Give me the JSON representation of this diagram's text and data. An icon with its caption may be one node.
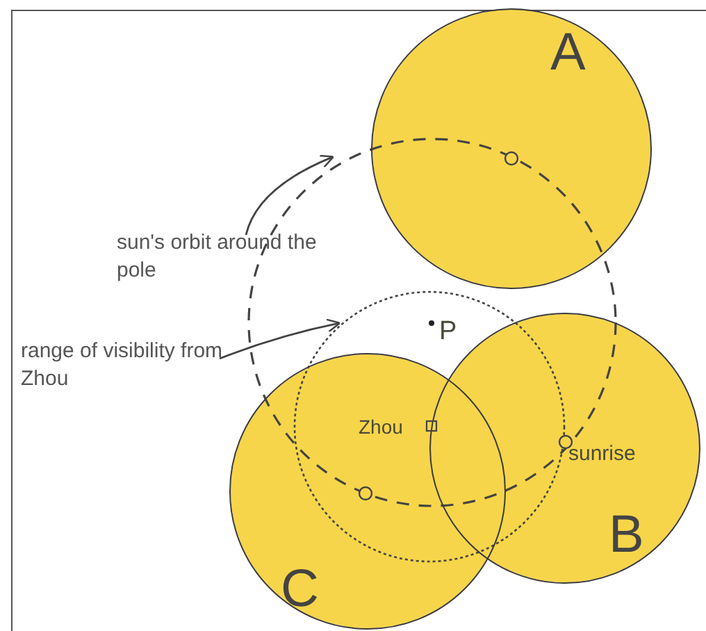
{
  "diagram": {
    "nodes": [
      {
        "text": [
          "A"
        ]
      },
      {
        "text": [],
        "shape": "circle"
      },
      {
        "text": [
          "sun's orbit around the pole"
        ]
      },
      {
        "text": [],
        "shape": "circle"
      },
      {
        "text": [
          "range of visibility from Zhou"
        ]
      },
      {
        "text": [
          "B"
        ]
      },
      {
        "text": [
          "C"
        ]
      }
    ],
    "edges": [
      {
        "from": 2,
        "to": 1,
        "arrow": "to"
      },
      {
        "from": 4,
        "to": 3,
        "arrow": "to"
      }
    ],
    "labels": [
      "P",
      "Zhou",
      "sunrise"
    ]
  }
}
